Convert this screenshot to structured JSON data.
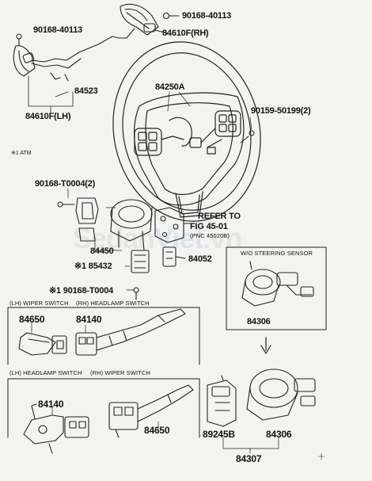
{
  "watermark": {
    "part1": "Sedan",
    "part2": "Viet",
    "part3": ".vn"
  },
  "labels": {
    "p90168_40113_top": "90168-40113",
    "p90168_40113_left": "90168-40113",
    "p84610F_RH": "84610F(RH)",
    "p84523": "84523",
    "p84610F_LH": "84610F(LH)",
    "p84250A": "84250A",
    "p90159_50199": "90159-50199(2)",
    "note_atm": "※1 ATM",
    "p90168_T0004_2": "90168-T0004(2)",
    "refer_to": "REFER TO",
    "fig": "FIG 45-01",
    "pnc": "(PNC 45020B)",
    "p84450": "84450",
    "p85432": "※1 85432",
    "p84052": "84052",
    "p90168_T0004": "※1 90168-T0004",
    "wo_steering_sensor": "W/O STEERING SENSOR",
    "p84306_top": "84306",
    "lh_wiper_switch": "(LH) WIPER SWITCH",
    "rh_headlamp_switch": "(RH) HEADLAMP SWITCH",
    "p84650_top": "84650",
    "p84140_top": "84140",
    "lh_headlamp_switch": "(LH) HEADLAMP SWITCH",
    "rh_wiper_switch": "(RH) WIPER SWITCH",
    "p84140_bottom": "84140",
    "p84650_bottom": "84650",
    "p89245B": "89245B",
    "p84306_bottom": "84306",
    "p84307": "84307"
  }
}
